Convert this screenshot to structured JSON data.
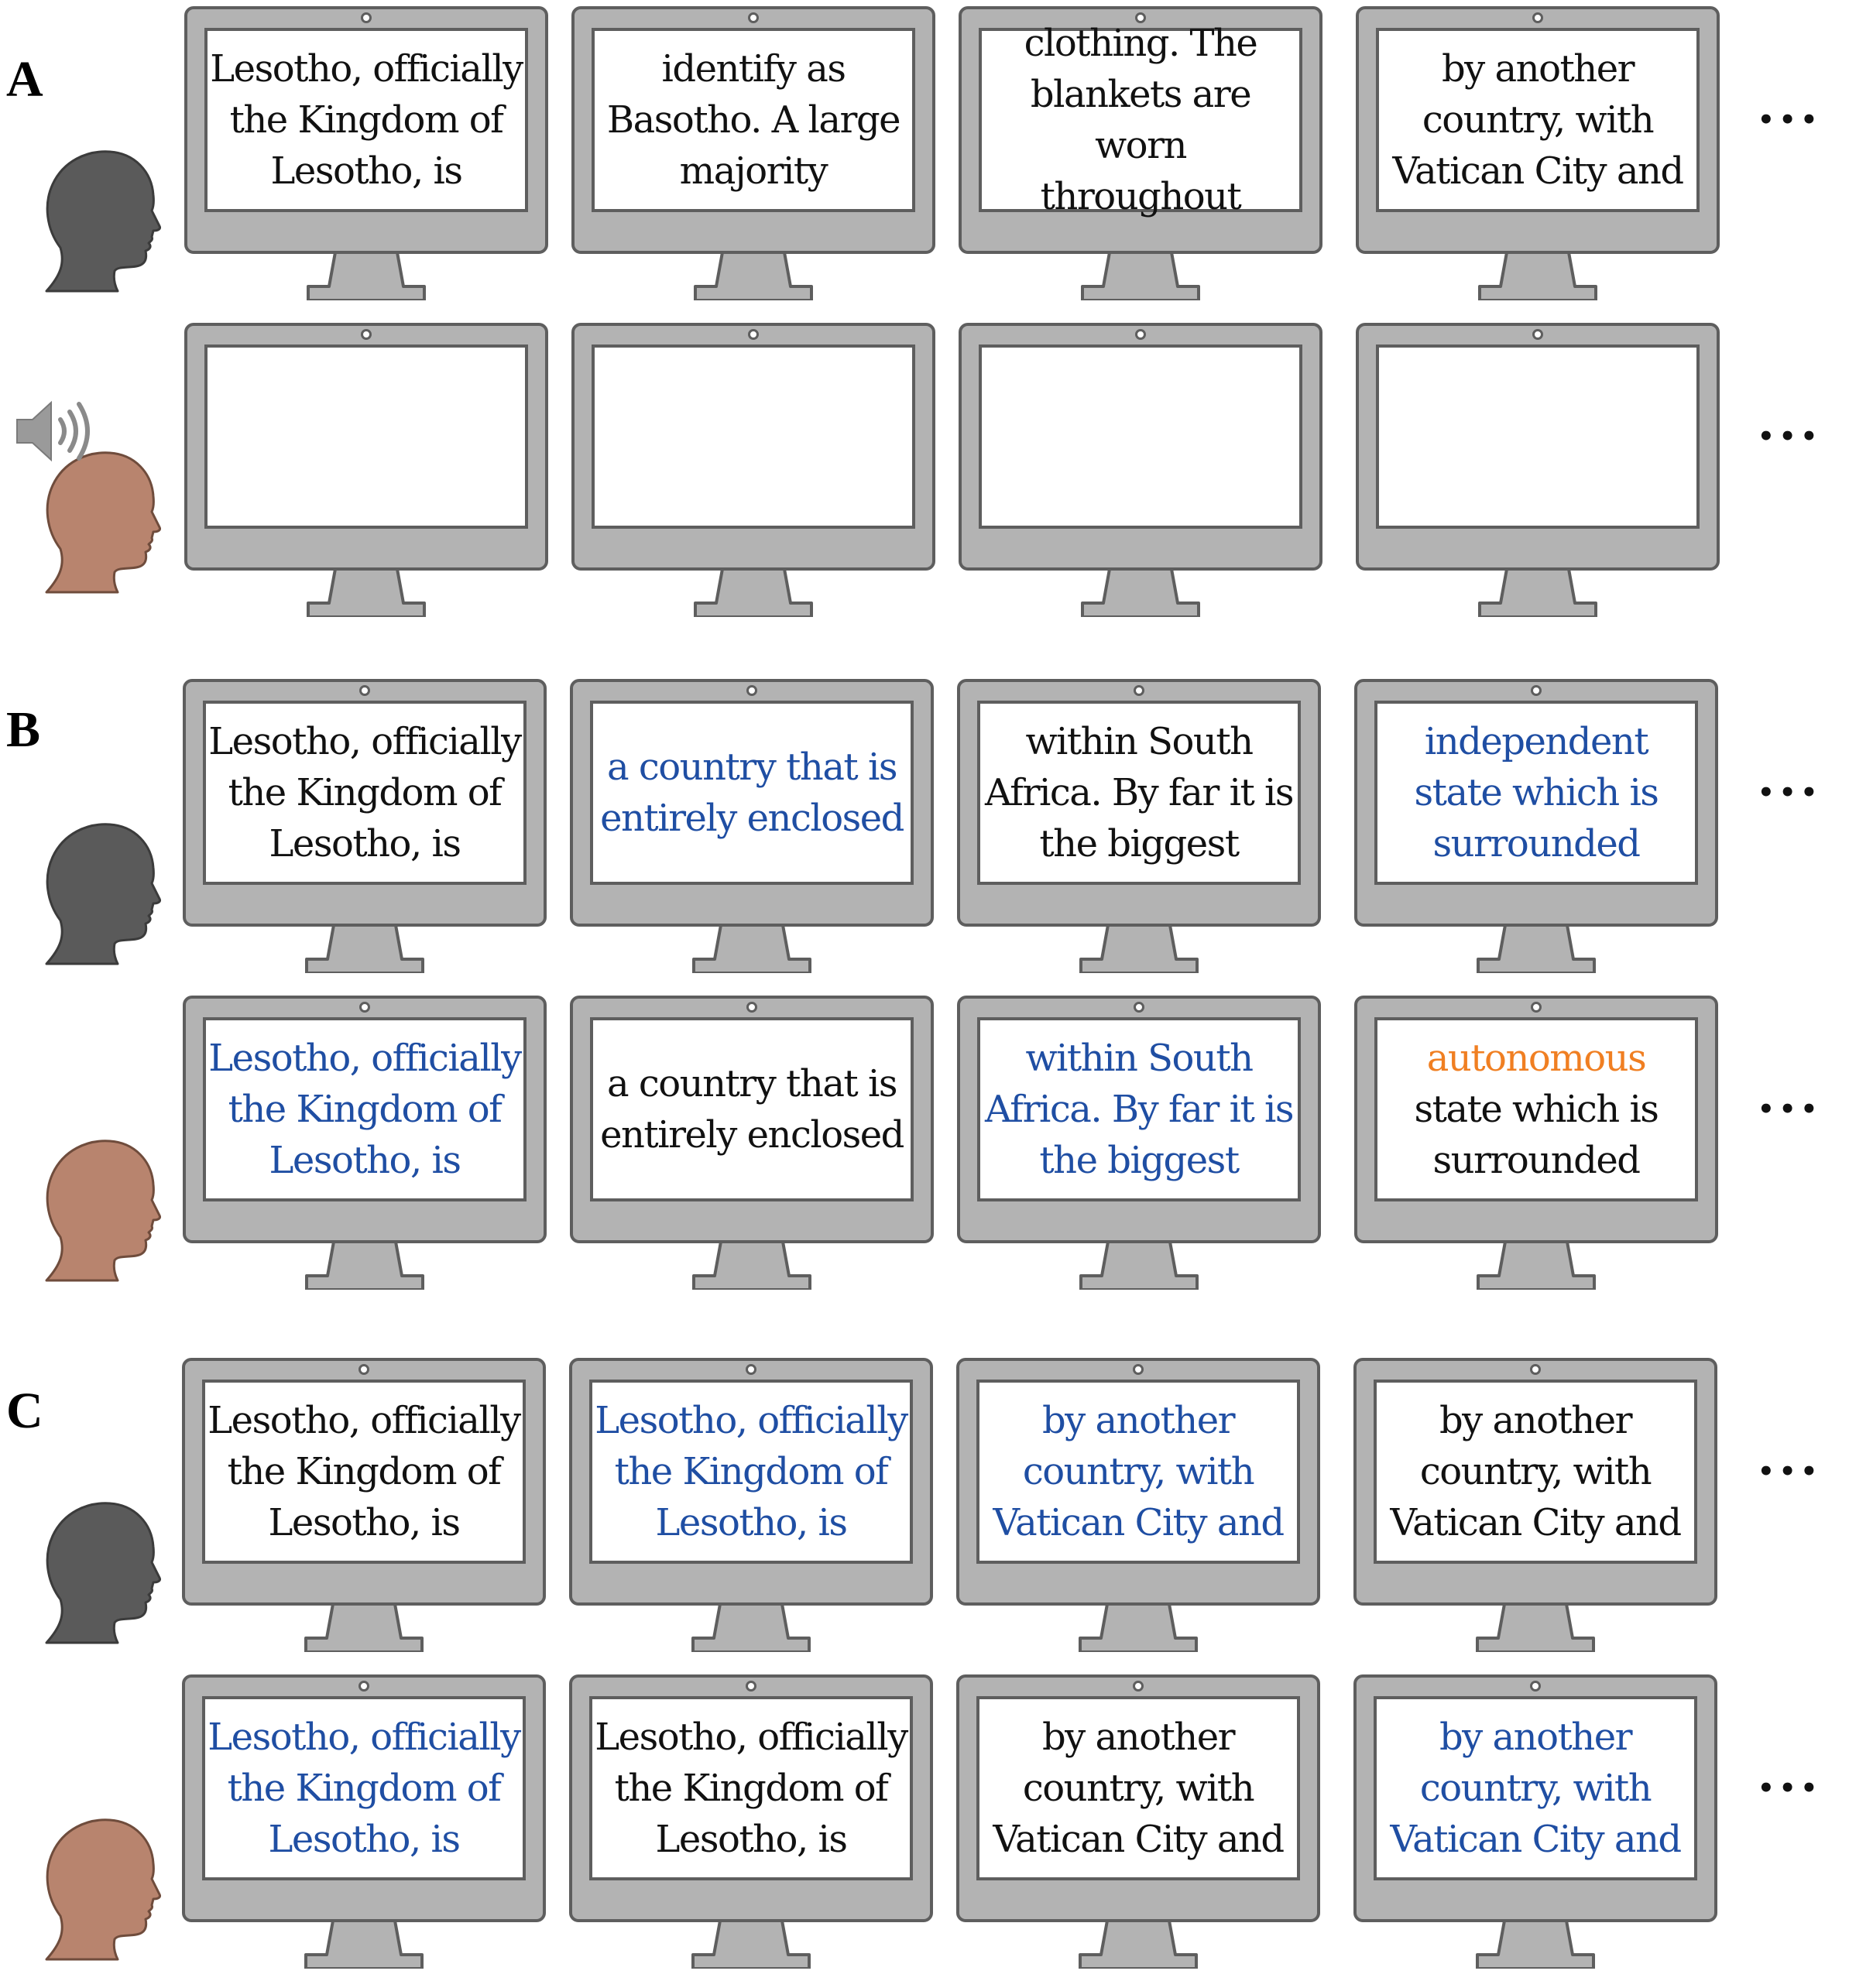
{
  "colors": {
    "black": "#111111",
    "blue": "#1f4ea3",
    "orange": "#f07f22",
    "monitor_fill": "#b3b3b3",
    "monitor_stroke": "#5e5e5e",
    "head_gray": "#5a5a5a",
    "head_skin": "#b8846e"
  },
  "sections": [
    {
      "label": "A",
      "rows": [
        {
          "head": "gray",
          "speaker": false,
          "screens": [
            {
              "text": "Lesotho, officially\nthe Kingdom of\nLesotho, is",
              "color": "black"
            },
            {
              "text": "identify as\nBasotho. A large\nmajority",
              "color": "black"
            },
            {
              "text": "clothing. The\nblankets are worn\nthroughout",
              "color": "black"
            },
            {
              "text": "by another\ncountry, with\nVatican City and",
              "color": "black"
            }
          ],
          "ellipsis": "•••"
        },
        {
          "head": "skin",
          "speaker": true,
          "screens": [
            {
              "text": "",
              "color": "black"
            },
            {
              "text": "",
              "color": "black"
            },
            {
              "text": "",
              "color": "black"
            },
            {
              "text": "",
              "color": "black"
            }
          ],
          "ellipsis": "•••"
        }
      ]
    },
    {
      "label": "B",
      "rows": [
        {
          "head": "gray",
          "speaker": false,
          "screens": [
            {
              "text": "Lesotho, officially\nthe Kingdom of\nLesotho, is",
              "color": "black"
            },
            {
              "text": "a country that is\nentirely enclosed",
              "color": "blue"
            },
            {
              "text": "within South\nAfrica. By far it is\nthe biggest",
              "color": "black"
            },
            {
              "text": "independent\nstate which is\nsurrounded",
              "color": "blue"
            }
          ],
          "ellipsis": "•••"
        },
        {
          "head": "skin",
          "speaker": false,
          "screens": [
            {
              "text": "Lesotho, officially\nthe Kingdom of\nLesotho, is",
              "color": "blue"
            },
            {
              "text": "a country that is\nentirely enclosed",
              "color": "black"
            },
            {
              "text": "within South\nAfrica. By far it is\nthe biggest",
              "color": "blue"
            },
            {
              "segments": [
                {
                  "text": "autonomous",
                  "color": "orange"
                },
                {
                  "text": "state which is\nsurrounded",
                  "color": "black"
                }
              ]
            }
          ],
          "ellipsis": "•••"
        }
      ]
    },
    {
      "label": "C",
      "rows": [
        {
          "head": "gray",
          "speaker": false,
          "screens": [
            {
              "text": "Lesotho, officially\nthe Kingdom of\nLesotho, is",
              "color": "black"
            },
            {
              "text": "Lesotho, officially\nthe Kingdom of\nLesotho, is",
              "color": "blue"
            },
            {
              "text": "by another\ncountry, with\nVatican City and",
              "color": "blue"
            },
            {
              "text": "by another\ncountry, with\nVatican City and",
              "color": "black"
            }
          ],
          "ellipsis": "•••"
        },
        {
          "head": "skin",
          "speaker": false,
          "screens": [
            {
              "text": "Lesotho, officially\nthe Kingdom of\nLesotho, is",
              "color": "blue"
            },
            {
              "text": "Lesotho, officially\nthe Kingdom of\nLesotho, is",
              "color": "black"
            },
            {
              "text": "by another\ncountry, with\nVatican City and",
              "color": "black"
            },
            {
              "text": "by another\ncountry, with\nVatican City and",
              "color": "blue"
            }
          ],
          "ellipsis": "•••"
        }
      ]
    }
  ]
}
